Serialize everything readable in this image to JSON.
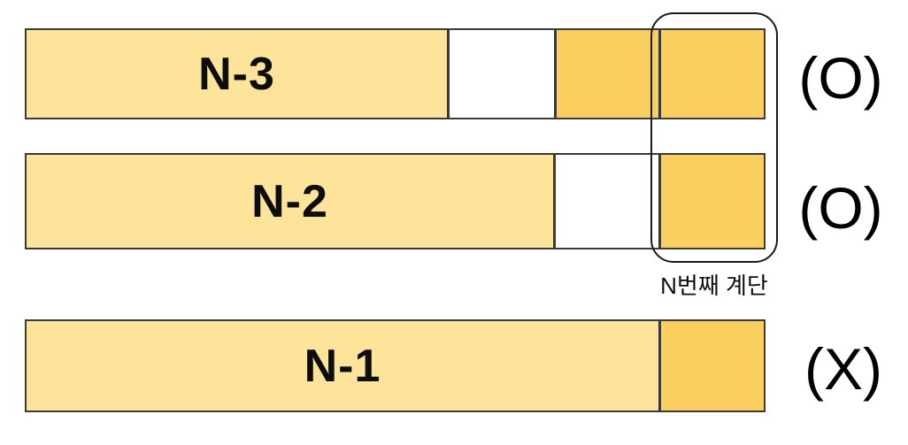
{
  "diagram": {
    "description_type": "stair-climbing diagram",
    "rows": [
      {
        "label": "N-3",
        "result": "(O)"
      },
      {
        "label": "N-2",
        "result": "(O)"
      },
      {
        "label": "N-1",
        "result": "(X)"
      }
    ],
    "annotation": {
      "nth_stair_label": "N번째 계단"
    },
    "colors": {
      "stair_fill_light": "#fee49b",
      "stair_fill_dark": "#facf60",
      "bar_border": "#3a3a3a",
      "outline_color": "#1a1a1a",
      "background": "#ffffff"
    }
  }
}
